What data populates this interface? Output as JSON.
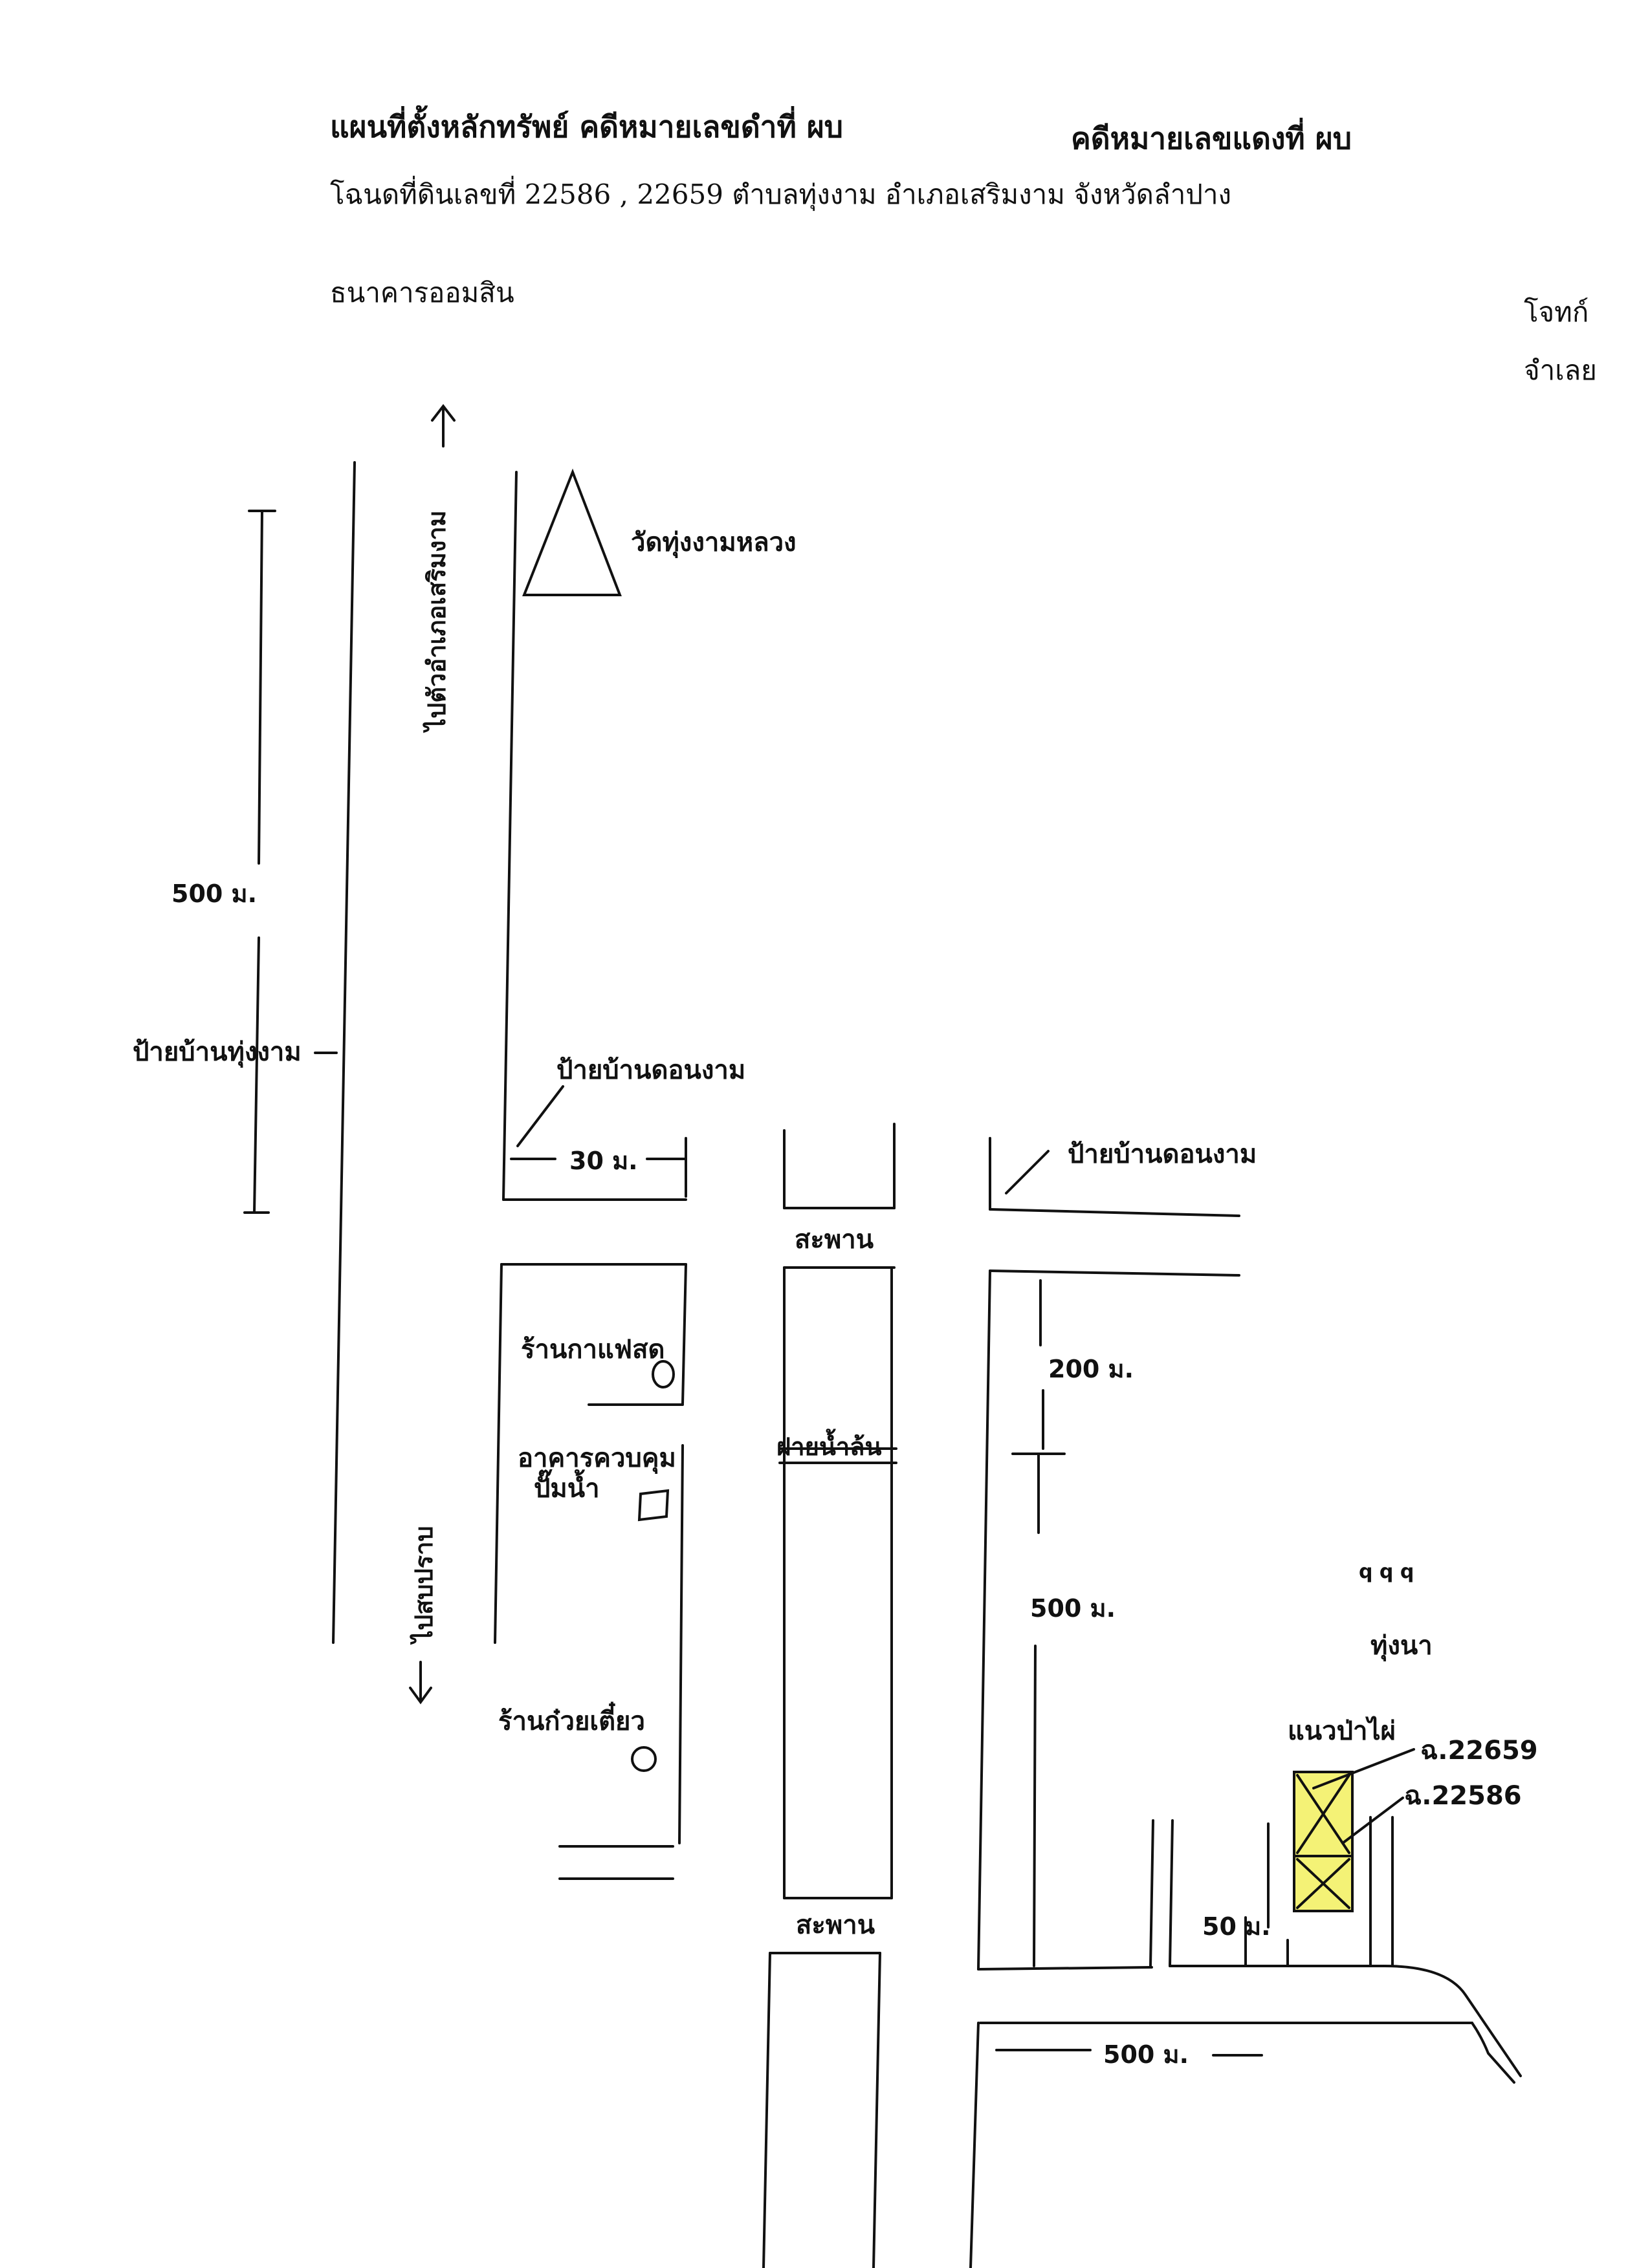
{
  "header": {
    "title_left": "แผนที่ตั้งหลักทรัพย์  คดีหมายเลขดำที่ ผบ",
    "title_right": "คดีหมายเลขแดงที่ ผบ",
    "deed_line": "โฉนดที่ดินเลขที่ 22586  ,  22659   ตำบลทุ่งงาม   อำเภอเสริมงาม   จังหวัดลำปาง",
    "plaintiff": "ธนาคารออมสิน",
    "plaintiff_role": "โจทก์",
    "defendant_role": "จำเลย"
  },
  "map": {
    "road_to_district": "ไปตัวอำเภอเสริมงาม",
    "road_to_sobprap": "ไปสบปราบ",
    "temple": "วัดทุ่งงามหลวง",
    "sign_thungngam": "ป้ายบ้านทุ่งงาม",
    "sign_khonngam_left": "ป้ายบ้านดอนงาม",
    "sign_khonngam_right": "ป้ายบ้านดอนงาม",
    "dist_500_left": "500 ม.",
    "dist_30": "30 ม.",
    "bridge_top": "สะพาน",
    "bridge_bottom": "สะพาน",
    "coffee_shop": "ร้านกาแฟสด",
    "control_building_line1": "อาคารควบคุม",
    "control_building_line2": "ปั๊มน้ำ",
    "weir": "ฝายน้ำล้น",
    "noodle_shop": "ร้านก๋วยเตี๋ยว",
    "dist_200": "200 ม.",
    "dist_500_right": "500 ม.",
    "rice_field": "ทุ่งนา",
    "field_marks": "ԛ ԛ ԛ",
    "forest_line": "แนวป่าไผ่",
    "parcel_22659": "ฉ.22659",
    "parcel_22586": "ฉ.22586",
    "dist_50": "50 ม.",
    "dist_500_bottom": "500 ม."
  },
  "colors": {
    "ink": "#111111",
    "parcel_fill": "#f4f276"
  }
}
